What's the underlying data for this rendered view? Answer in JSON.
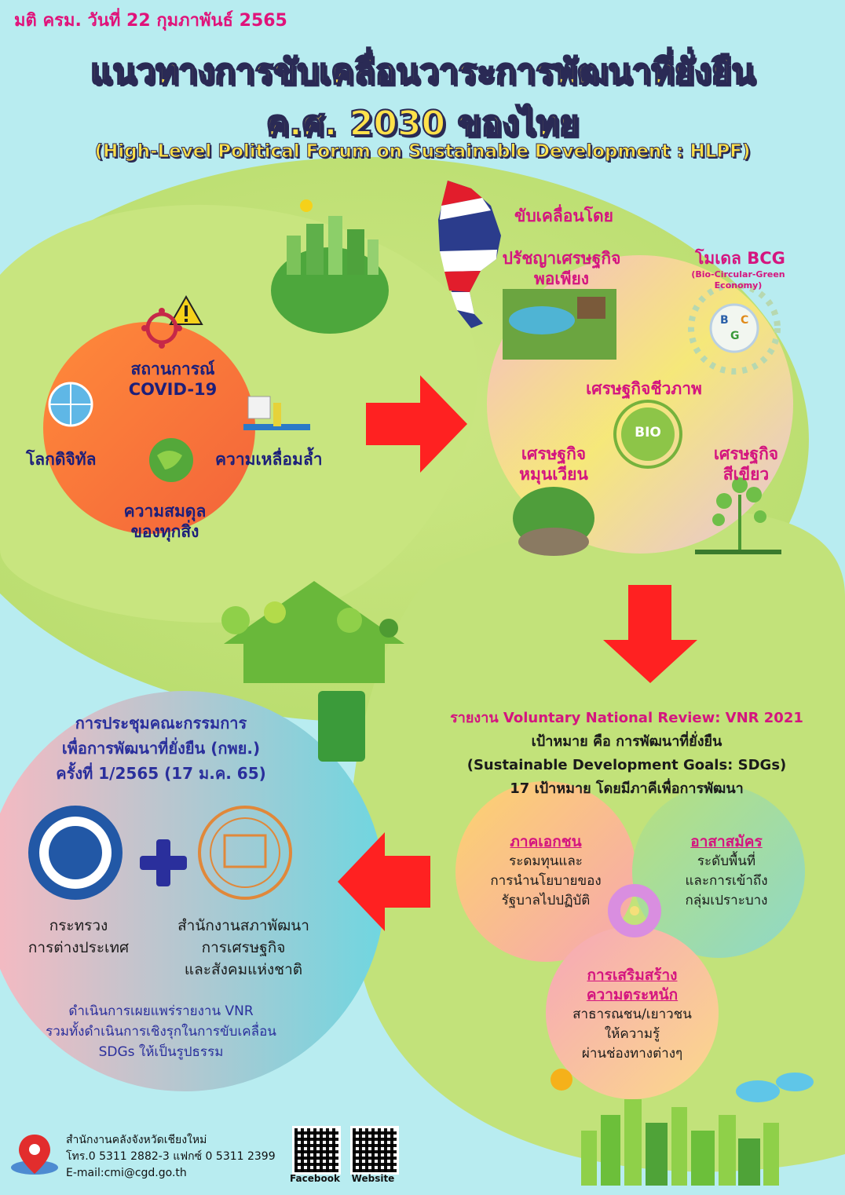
{
  "header": {
    "resolution": "มติ ครม. วันที่ 22 กุมภาพันธ์ 2565",
    "title_line1": "แนวทางการขับเคลื่อนวาระการพัฒนาที่ยั่งยืน",
    "title_line2": "ค.ศ. 2030 ของไทย",
    "subtitle": "(High-Level Political Forum on Sustainable Development : HLPF)"
  },
  "situations": {
    "covid": "สถานการณ์ COVID-19",
    "digital": "โลกดิจิทัล",
    "inequality": "ความเหลื่อมล้ำ",
    "balance_line1": "ความสมดุล",
    "balance_line2": "ของทุกสิ่ง"
  },
  "drivers": {
    "heading": "ขับเคลื่อนโดย",
    "sufficiency_line1": "ปรัชญาเศรษฐกิจ",
    "sufficiency_line2": "พอเพียง",
    "bcg_title": "โมเดล BCG",
    "bcg_sub_line1": "(Bio-Circular-Green",
    "bcg_sub_line2": "Economy)",
    "bio_econ": "เศรษฐกิจชีวภาพ",
    "bio_badge": "BIO",
    "circular_line1": "เศรษฐกิจ",
    "circular_line2": "หมุนเวียน",
    "green_line1": "เศรษฐกิจ",
    "green_line2": "สีเขียว",
    "bcg_letters": [
      "B",
      "C",
      "G"
    ]
  },
  "vnr": {
    "line1": "รายงาน Voluntary National Review: VNR 2021",
    "line2": "เป้าหมาย คือ การพัฒนาที่ยั่งยืน",
    "line3": "(Sustainable Development Goals: SDGs)",
    "line4": "17 เป้าหมาย โดยมีภาคีเพื่อการพัฒนา",
    "private_title": "ภาคเอกชน",
    "private_body": [
      "ระดมทุนและ",
      "การนำนโยบายของ",
      "รัฐบาลไปปฏิบัติ"
    ],
    "volunteer_title": "อาสาสมัคร",
    "volunteer_body": [
      "ระดับพื้นที่",
      "และการเข้าถึง",
      "กลุ่มเปราะบาง"
    ],
    "awareness_title": [
      "การเสริมสร้าง",
      "ความตระหนัก"
    ],
    "awareness_body": [
      "สาธารณชน/เยาวชน",
      "ให้ความรู้",
      "ผ่านช่องทางต่างๆ"
    ]
  },
  "meeting": {
    "line1": "การประชุมคณะกรรมการ",
    "line2": "เพื่อการพัฒนาที่ยั่งยืน (กพย.)",
    "line3": "ครั้งที่ 1/2565 (17 ม.ค. 65)",
    "mfa_line1": "กระทรวง",
    "mfa_line2": "การต่างประเทศ",
    "nesdc_line1": "สำนักงานสภาพัฒนา",
    "nesdc_line2": "การเศรษฐกิจ",
    "nesdc_line3": "และสังคมแห่งชาติ",
    "action_line1": "ดำเนินการเผยแพร่รายงาน VNR",
    "action_line2": "รวมทั้งดำเนินการเชิงรุกในการขับเคลื่อน",
    "action_line3": "SDGs ให้เป็นรูปธรรม"
  },
  "footer": {
    "office": "สำนักงานคลังจังหวัดเชียงใหม่",
    "phone": "โทร.0 5311 2882-3 แฟกซ์ 0 5311 2399",
    "email": "E-mail:cmi@cgd.go.th",
    "qr_facebook": "Facebook",
    "qr_website": "Website"
  },
  "colors": {
    "accent_magenta": "#d4157f",
    "title_yellow": "#ffe14a",
    "arrow_red": "#ff2121",
    "navy": "#1c1f7a"
  }
}
